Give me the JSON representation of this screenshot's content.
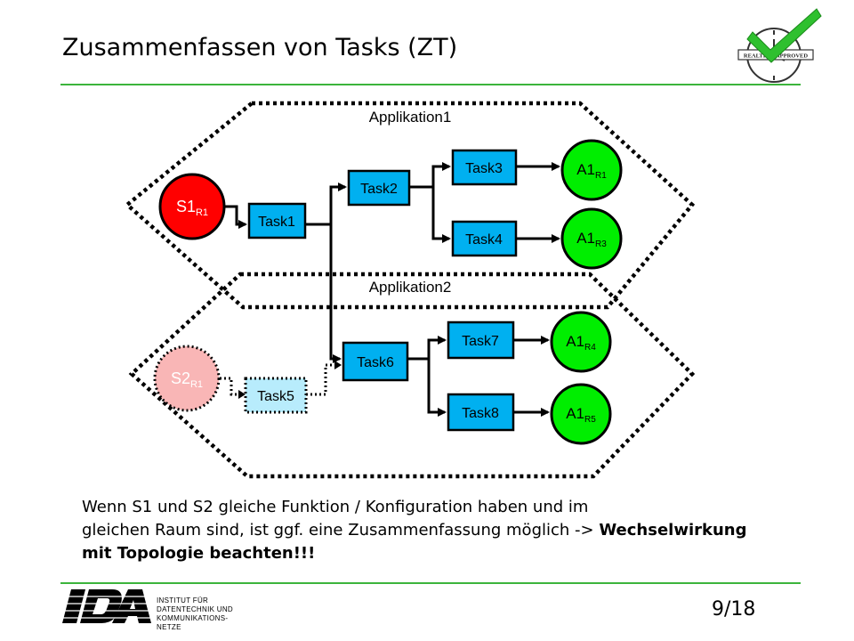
{
  "header": {
    "title": "Zusammenfassen von Tasks (ZT)",
    "stamp_text": "REALTIME APPROVED"
  },
  "diagram": {
    "groups": [
      {
        "id": "app1",
        "label": "Applikation1"
      },
      {
        "id": "app2",
        "label": "Applikation2"
      }
    ],
    "nodes": [
      {
        "id": "s1",
        "base": "S1",
        "sub": "R1",
        "kind": "sensor-active"
      },
      {
        "id": "s2",
        "base": "S2",
        "sub": "R1",
        "kind": "sensor-inactive"
      },
      {
        "id": "task1",
        "label": "Task1",
        "kind": "task"
      },
      {
        "id": "task2",
        "label": "Task2",
        "kind": "task"
      },
      {
        "id": "task3",
        "label": "Task3",
        "kind": "task"
      },
      {
        "id": "task4",
        "label": "Task4",
        "kind": "task"
      },
      {
        "id": "task5",
        "label": "Task5",
        "kind": "task-inactive"
      },
      {
        "id": "task6",
        "label": "Task6",
        "kind": "task"
      },
      {
        "id": "task7",
        "label": "Task7",
        "kind": "task"
      },
      {
        "id": "task8",
        "label": "Task8",
        "kind": "task"
      },
      {
        "id": "a1r1",
        "base": "A1",
        "sub": "R1",
        "kind": "actuator"
      },
      {
        "id": "a1r3",
        "base": "A1",
        "sub": "R3",
        "kind": "actuator"
      },
      {
        "id": "a1r4",
        "base": "A1",
        "sub": "R4",
        "kind": "actuator"
      },
      {
        "id": "a1r5",
        "base": "A1",
        "sub": "R5",
        "kind": "actuator"
      }
    ],
    "edges": [
      {
        "from": "s1",
        "to": "task1"
      },
      {
        "from": "task1",
        "to": "task2"
      },
      {
        "from": "task1",
        "to": "task6"
      },
      {
        "from": "task2",
        "to": "task3"
      },
      {
        "from": "task2",
        "to": "task4"
      },
      {
        "from": "task3",
        "to": "a1r1"
      },
      {
        "from": "task4",
        "to": "a1r3"
      },
      {
        "from": "s2",
        "to": "task5",
        "style": "dotted"
      },
      {
        "from": "task5",
        "to": "task6",
        "style": "dotted"
      },
      {
        "from": "task6",
        "to": "task7"
      },
      {
        "from": "task6",
        "to": "task8"
      },
      {
        "from": "task7",
        "to": "a1r4"
      },
      {
        "from": "task8",
        "to": "a1r5"
      }
    ],
    "colors": {
      "task": "#00b0f0",
      "task_inactive": "#b8ecfc",
      "sensor_active": "#ff0000",
      "sensor_inactive": "#f9b6b6",
      "actuator": "#00ee00",
      "rule": "#3cb43c"
    }
  },
  "text": {
    "line1": "Wenn S1 und S2 gleiche Funktion / Konfiguration haben und im",
    "line2_plain": "gleichen Raum sind, ist ggf. eine Zusammenfassung möglich -> ",
    "line2_bold": "Wechselwirkung",
    "line3_bold": "mit Topologie beachten!!!"
  },
  "footer": {
    "page": "9/18",
    "logo_text": "IDA",
    "institute_lines": [
      "INSTITUT FÜR",
      "DATENTECHNIK UND",
      "KOMMUNIKATIONS-",
      "NETZE"
    ]
  }
}
